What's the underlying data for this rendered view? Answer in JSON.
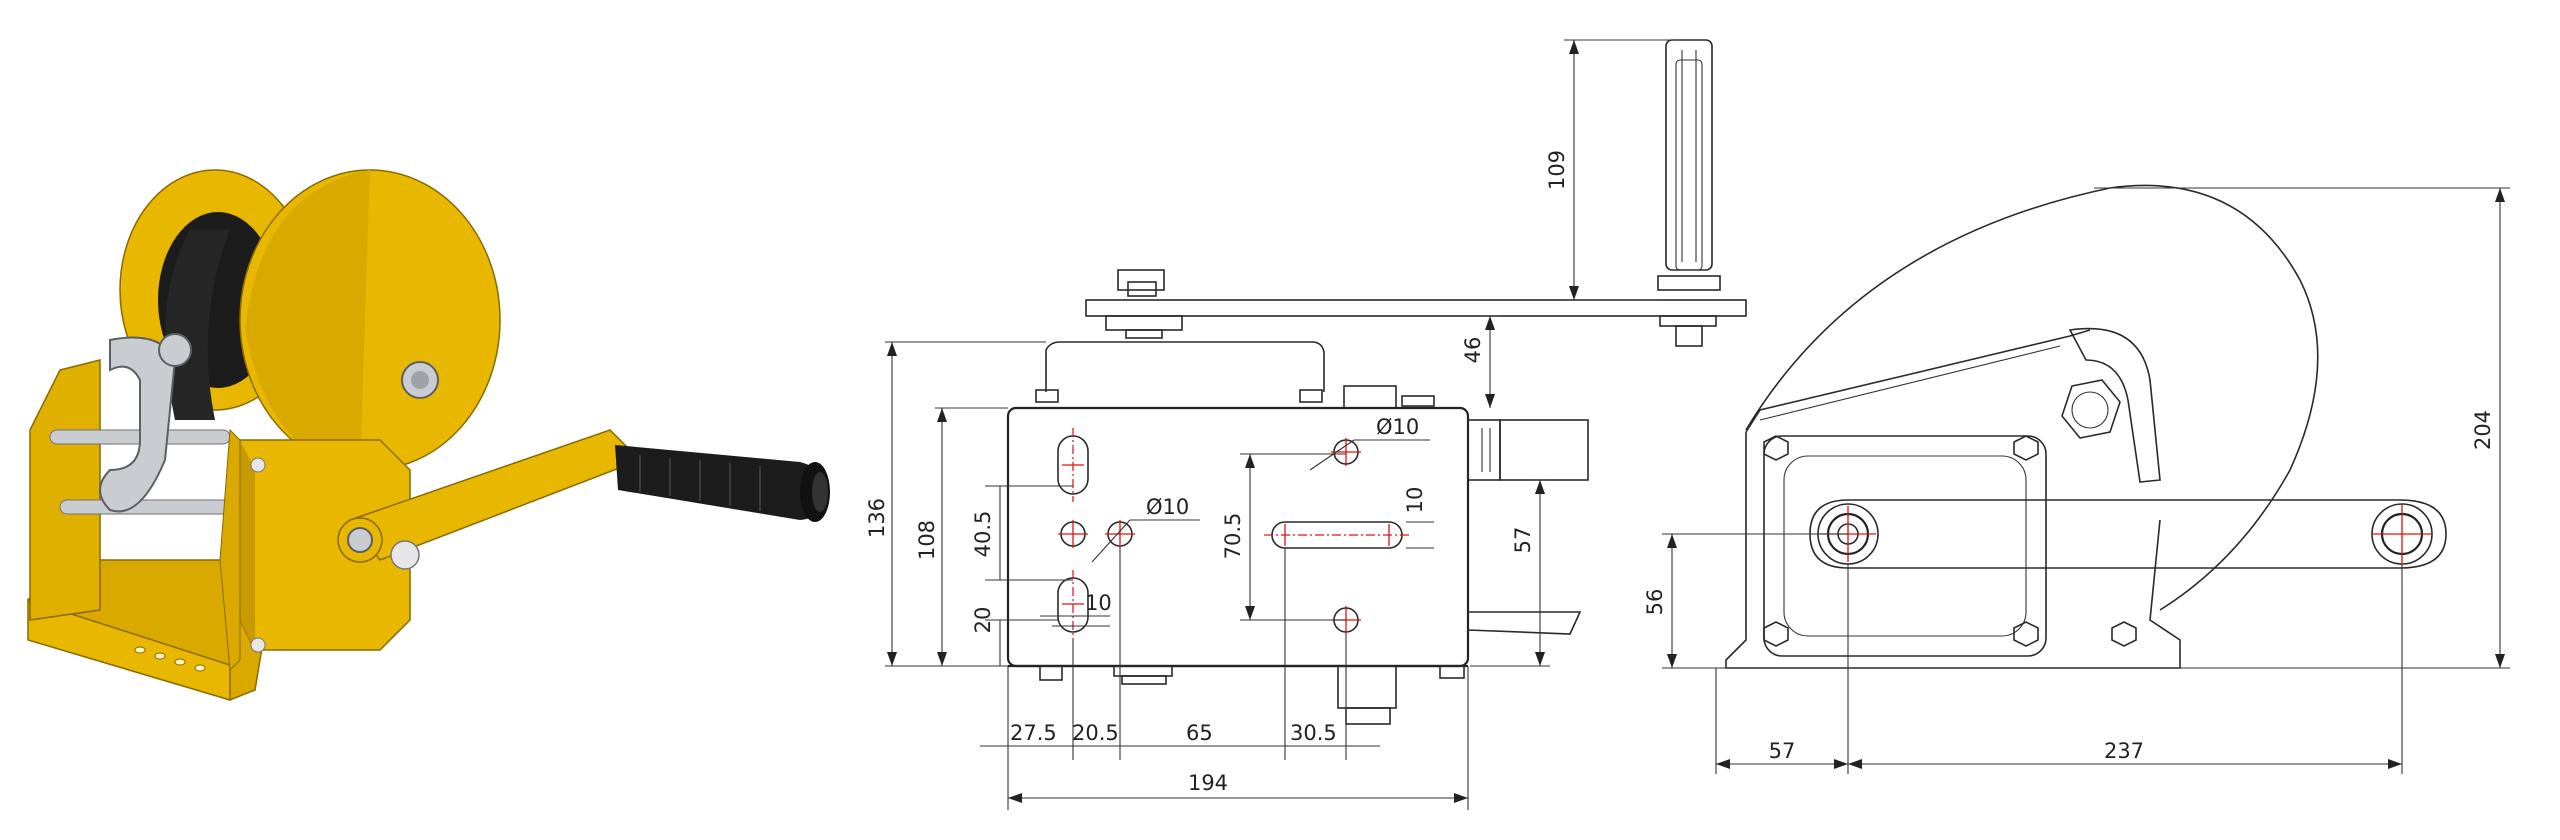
{
  "colors": {
    "winch_yellow": "#e8b800",
    "winch_shadow": "#b88a00",
    "strap_black": "#1c1c1c",
    "steel": "#c9ccd1",
    "line": "#2a2a2a",
    "centerline_red": "#e01010"
  },
  "icons": {
    "render": "winch-3d-render-icon",
    "front_view": "winch-front-view-drawing",
    "side_view": "winch-side-view-drawing"
  },
  "dimensions": {
    "front": {
      "overall_height": "136",
      "body_height": "108",
      "hole_spacing_vertical": "40.5",
      "bottom_offset": "20",
      "slot_width": "10",
      "slot_spacing": "70.5",
      "hole_dia_top": "Ø10",
      "hole_dia_mid": "Ø10",
      "slot_height": "10",
      "handle_length": "109",
      "handle_offset": "46",
      "right_height": "57",
      "bottom_27_5": "27.5",
      "bottom_20_5": "20.5",
      "bottom_65": "65",
      "bottom_30_5": "30.5",
      "overall_width": "194"
    },
    "side": {
      "overall_height": "204",
      "shaft_height": "56",
      "shaft_offset": "57",
      "crank_length": "237"
    }
  }
}
